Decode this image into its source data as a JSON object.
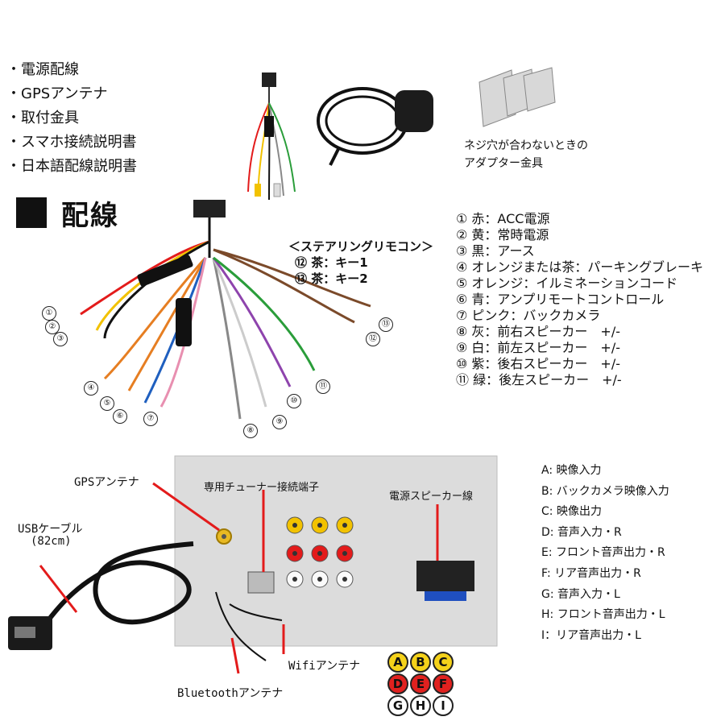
{
  "accessories": [
    "・電源配線",
    "・GPSアンテナ",
    "・取付金具",
    "・スマホ接続説明書",
    "・日本語配線説明書"
  ],
  "bracket_caption": [
    "ネジ穴が合わないときの",
    "アダプター金具"
  ],
  "section_title": "配線",
  "steering": {
    "title": "＜ステアリングリモコン＞",
    "items": [
      "⑫ 茶：キー1",
      "⑬ 茶：キー2"
    ]
  },
  "wire_legend": [
    "① 赤：ACC電源",
    "② 黄：常時電源",
    "③ 黒：アース",
    "④ オレンジまたは茶：パーキングブレーキ",
    "⑤ オレンジ：イルミネーションコード",
    "⑥ 青：アンプリモートコントロール",
    "⑦ ピンク：バックカメラ",
    "⑧ 灰：前右スピーカー　+/-",
    "⑨ 白：前左スピーカー　+/-",
    "⑩ 紫：後右スピーカー　+/-",
    "⑪ 緑：後左スピーカー　+/-"
  ],
  "wire_numbers": [
    "①",
    "②",
    "③",
    "④",
    "⑤",
    "⑥",
    "⑦",
    "⑧",
    "⑨",
    "⑩",
    "⑪",
    "⑫",
    "⑬"
  ],
  "port_legend": [
    "A: 映像入力",
    "B: バックカメラ映像入力",
    "C: 映像出力",
    "D: 音声入力・R",
    "E: フロント音声出力・R",
    "F: リア音声出力・R",
    "G: 音声入力・L",
    "H: フロント音声出力・L",
    "I：リア音声出力・L"
  ],
  "callouts": {
    "gps": "GPSアンテナ",
    "tuner": "専用チューナー接続端子",
    "power": "電源スピーカー線",
    "usb": "USBケーブル",
    "usb_len": "(82cm)",
    "wifi": "Wifiアンテナ",
    "bt": "Bluetoothアンテナ"
  },
  "badges": [
    "A",
    "B",
    "C",
    "D",
    "E",
    "F",
    "G",
    "H",
    "I"
  ],
  "colors": {
    "red": "#e31b1b",
    "yellow": "#f2c200",
    "badge_yellow": "#f5d21a",
    "badge_red": "#e0211f",
    "badge_white": "#ffffff",
    "panel": "#dcdcdc",
    "black": "#111111"
  }
}
